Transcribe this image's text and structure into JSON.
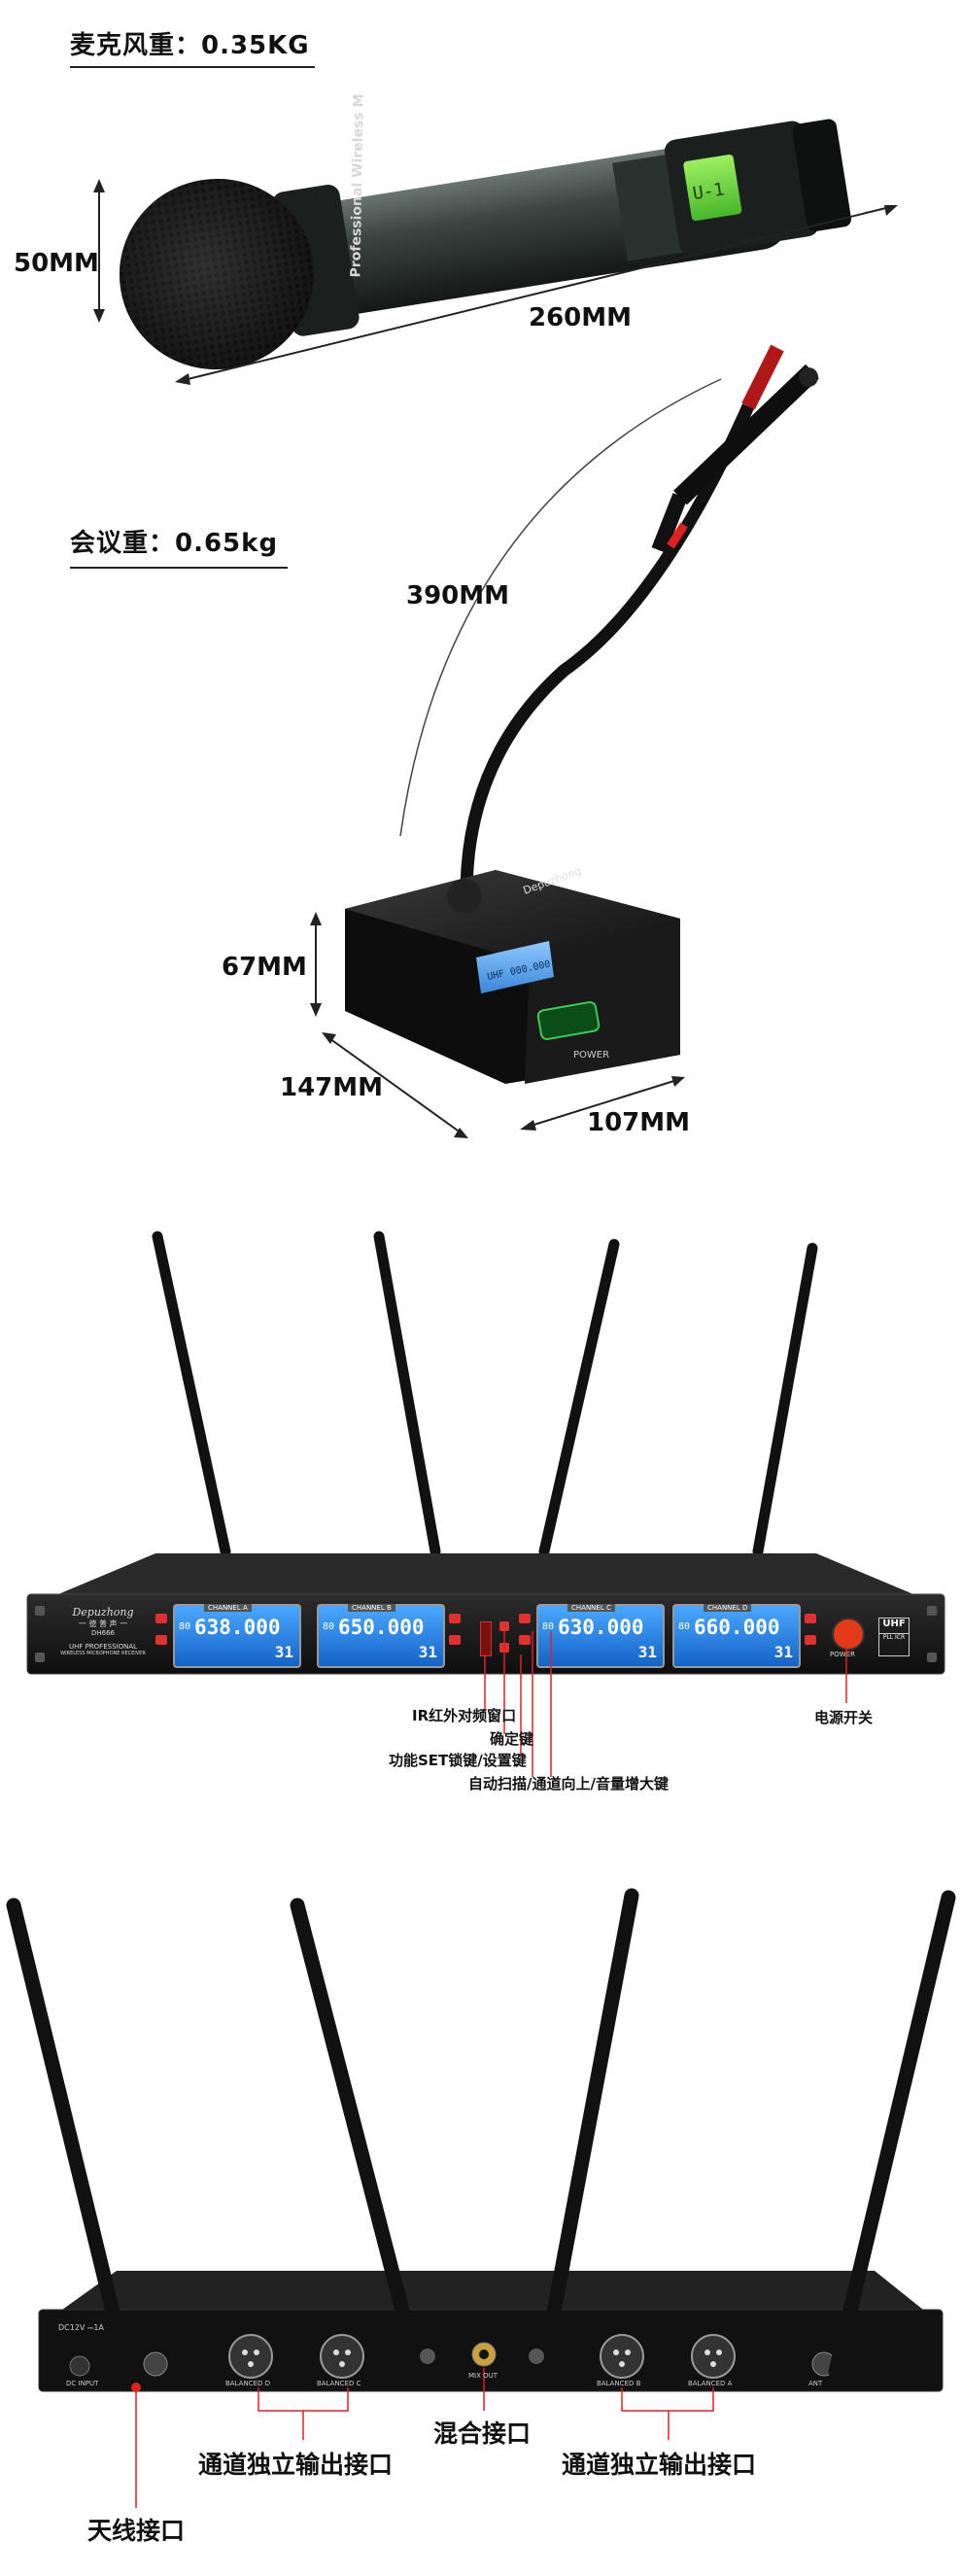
{
  "handheld": {
    "weight_label": "麦克风重：0.35KG",
    "height_label": "50MM",
    "length_label": "260MM",
    "body_text": "Professional Wireless M",
    "lcd_text": "U-1"
  },
  "conference": {
    "weight_label": "会议重：0.65kg",
    "gooseneck_label": "390MM",
    "height_label": "67MM",
    "depth_label": "147MM",
    "width_label": "107MM",
    "brand_text": "Depuzhong",
    "power_text": "POWER",
    "lcd_text": "UHF 000.000"
  },
  "receiver_front": {
    "brand": "Depuzhong",
    "brand_cn": "一 徳 普 声 一",
    "model": "DH666",
    "subtitle_1": "UHF PROFESSIONAL",
    "subtitle_2": "WIRELESS MICROPHONE RECEIVER",
    "uhf_badge": "UHF",
    "uhf_sub": "PLL ICR",
    "power_label": "POWER",
    "channels": [
      {
        "name": "CHANNEL A",
        "freq": "638.000",
        "num": "80",
        "ch": "31"
      },
      {
        "name": "CHANNEL B",
        "freq": "650.000",
        "num": "80",
        "ch": "31"
      },
      {
        "name": "CHANNEL C",
        "freq": "630.000",
        "num": "80",
        "ch": "31"
      },
      {
        "name": "CHANNEL D",
        "freq": "660.000",
        "num": "80",
        "ch": "31"
      }
    ],
    "callouts": {
      "ir": "IR红外对频窗口",
      "confirm": "确定键",
      "set": "功能SET锁键/设置键",
      "scan": "自动扫描/通道向上/音量增大键",
      "power": "电源开关"
    }
  },
  "receiver_back": {
    "dc_text": "DC12V ⎓1A",
    "dc_input": "DC INPUT",
    "balanced": [
      "BALANCED D",
      "BALANCED C",
      "BALANCED B",
      "BALANCED A"
    ],
    "mix_out": "MIX OUT",
    "antenna_label": "ANT",
    "callouts": {
      "output_left": "通道独立输出接口",
      "mix": "混合接口",
      "output_right": "通道独立输出接口",
      "antenna": "天线接口"
    }
  },
  "colors": {
    "accent_red": "#e02020",
    "lcd_blue": "#1f7fe0",
    "lcd_green": "#3fc95a"
  }
}
